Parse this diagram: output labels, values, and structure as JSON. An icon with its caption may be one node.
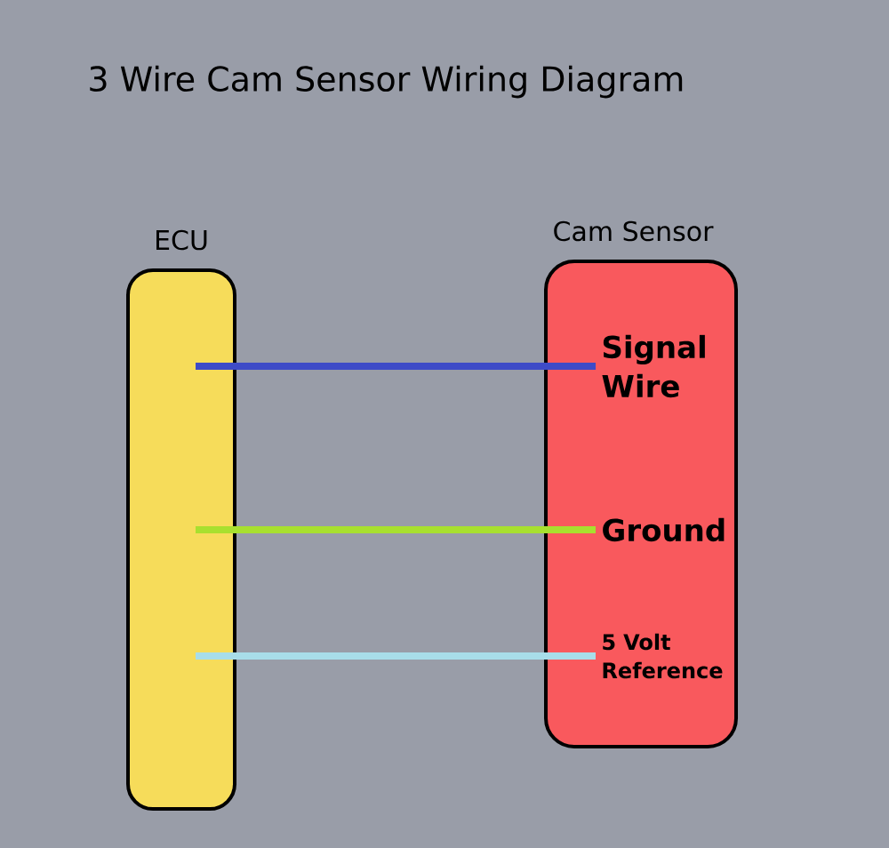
{
  "diagram": {
    "title": "3 Wire Cam Sensor Wiring Diagram",
    "nodes": [
      {
        "text": [
          "ECU"
        ]
      },
      {
        "text": [
          "Cam Sensor"
        ]
      },
      {
        "text": [
          "Signal Wire"
        ],
        "in": 1
      },
      {
        "text": [
          "Ground"
        ],
        "in": 1
      },
      {
        "text": [
          "5 Volt Reference"
        ],
        "in": 1
      }
    ],
    "edges": [
      {
        "from": 0,
        "to": 2,
        "arrow": "none",
        "color": "#3e4bc7"
      },
      {
        "from": 0,
        "to": 3,
        "arrow": "none",
        "color": "#a8e02f"
      },
      {
        "from": 0,
        "to": 4,
        "arrow": "none",
        "color": "#a8dde9"
      }
    ]
  }
}
